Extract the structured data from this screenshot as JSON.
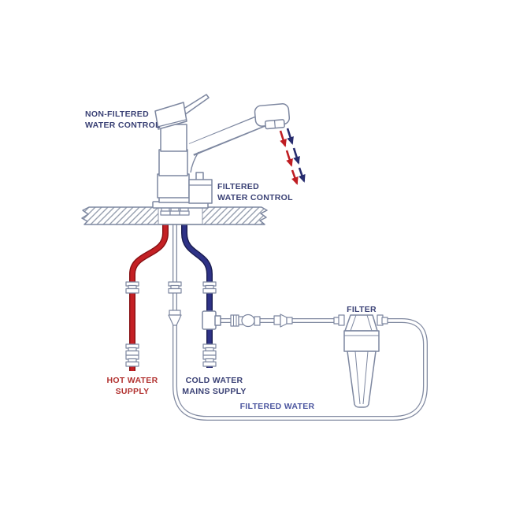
{
  "labels": {
    "non_filtered_control": {
      "line1": "NON-FILTERED",
      "line2": "WATER CONTROL"
    },
    "filtered_control": {
      "line1": "FILTERED",
      "line2": "WATER CONTROL"
    },
    "hot_supply": {
      "line1": "HOT WATER",
      "line2": "SUPPLY"
    },
    "cold_supply": {
      "line1": "COLD WATER",
      "line2": "MAINS SUPPLY"
    },
    "filter": "FILTER",
    "filtered_water": "FILTERED WATER"
  },
  "colors": {
    "background": "#ffffff",
    "line_art": "#7d87a0",
    "hatch": "#97a0af",
    "hot_pipe": "#c42024",
    "hot_pipe_edge": "#871013",
    "cold_pipe": "#2e3286",
    "cold_pipe_edge": "#191c4e",
    "filtered_pipe_edge": "#8089a0",
    "filtered_pipe_core": "#ffffff",
    "arrow_red": "#bf1d22",
    "arrow_blue": "#272c6e",
    "label_navy": "#3a4175",
    "label_red": "#b23230",
    "label_blue": "#4d57a0"
  },
  "icons": {
    "faucet": "single-lever-kitchen-tap",
    "filter": "inline-water-filter-cartridge",
    "countertop": "hatched-worktop-section",
    "flow_arrows": "red-and-blue-dashed-water-flow-arrows"
  }
}
